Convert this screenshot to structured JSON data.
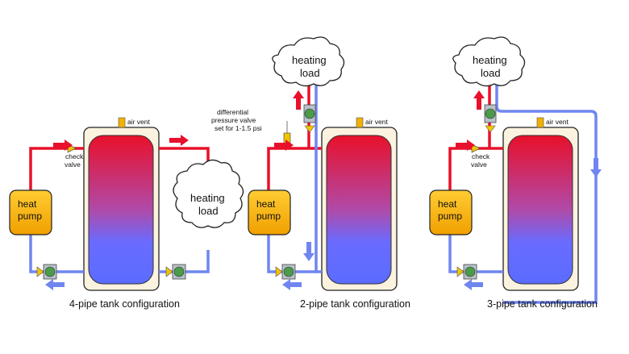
{
  "configs": [
    {
      "caption": "4-pipe tank configuration",
      "heat_pump": [
        "heat",
        "pump"
      ],
      "heating_load": [
        "heating",
        "load"
      ],
      "air_vent": "air vent",
      "check_valve": [
        "check",
        "valve"
      ]
    },
    {
      "caption": "2-pipe tank configuration",
      "heat_pump": [
        "heat",
        "pump"
      ],
      "heating_load": [
        "heating",
        "load"
      ],
      "air_vent": "air vent",
      "diff_valve": [
        "differential",
        "pressure valve",
        "set for 1-1.5 psi"
      ]
    },
    {
      "caption": "3-pipe tank configuration",
      "heat_pump": [
        "heat",
        "pump"
      ],
      "heating_load": [
        "heating",
        "load"
      ],
      "air_vent": "air vent",
      "check_valve": [
        "check",
        "valve"
      ]
    }
  ],
  "colors": {
    "hot": "#e8102a",
    "cold": "#6f86f0",
    "tank_top": "#e8102a",
    "tank_bottom": "#5a6cff",
    "heat_pump": "#f7b400",
    "casing": "#fbf3df"
  },
  "icons": [
    "arrow-icon",
    "pump-icon",
    "check-valve-icon",
    "air-vent-icon",
    "cloud-icon"
  ]
}
